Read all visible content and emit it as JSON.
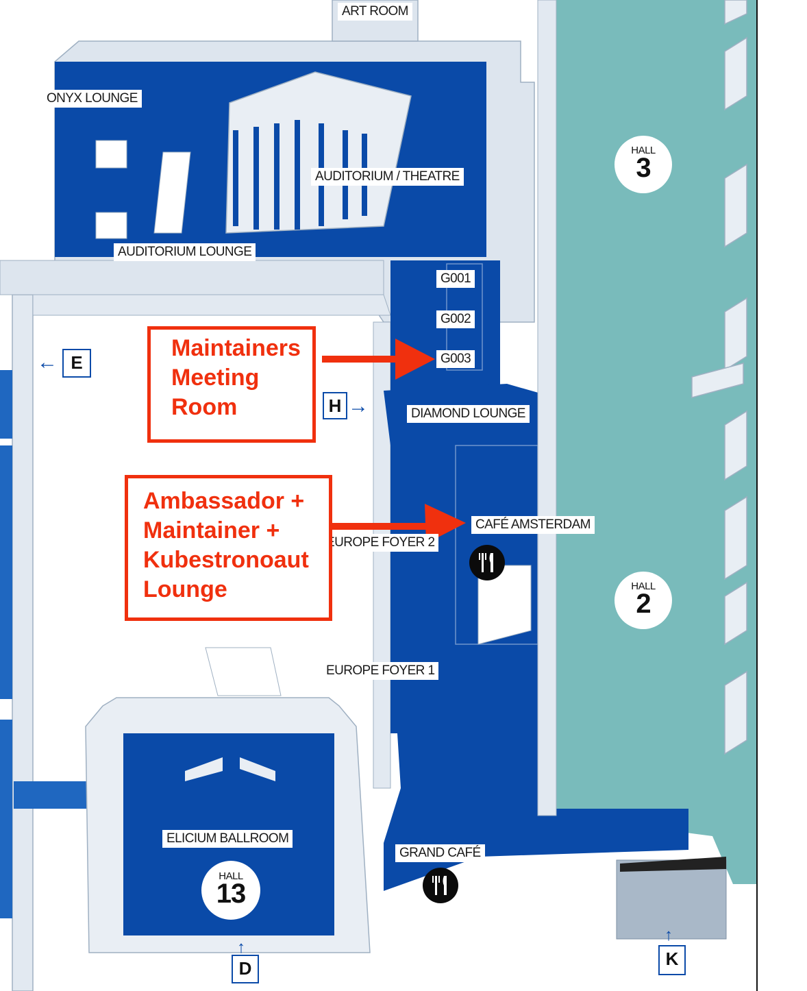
{
  "colors": {
    "room_blue": "#0a4aa8",
    "hall_teal": "#79bbbb",
    "wall_grey": "#dde5ee",
    "callout_red": "#f0300e"
  },
  "rooms": {
    "art_room": "ART ROOM",
    "onyx_lounge": "ONYX LOUNGE",
    "auditorium_theatre": "AUDITORIUM / THEATRE",
    "auditorium_lounge": "AUDITORIUM LOUNGE",
    "g001": "G001",
    "g002": "G002",
    "g003": "G003",
    "diamond_lounge": "DIAMOND LOUNGE",
    "cafe_amsterdam": "CAFÉ AMSTERDAM",
    "europe_foyer_2": "EUROPE FOYER 2",
    "europe_foyer_1": "EUROPE FOYER 1",
    "elicium_ballroom": "ELICIUM BALLROOM",
    "grand_cafe": "GRAND CAFÉ"
  },
  "halls": {
    "word": "HALL",
    "hall_3": "3",
    "hall_2": "2",
    "hall_13": "13"
  },
  "entrances": {
    "e": "E",
    "h": "H",
    "d": "D",
    "k": "K"
  },
  "callouts": {
    "maintainers": [
      "Maintainers",
      "Meeting",
      "Room"
    ],
    "ambassador": [
      "Ambassador +",
      "Maintainer +",
      "Kubestronoaut",
      "Lounge"
    ]
  },
  "icons": {
    "cafe_amsterdam": "fork-knife-icon",
    "grand_cafe": "fork-knife-icon"
  }
}
